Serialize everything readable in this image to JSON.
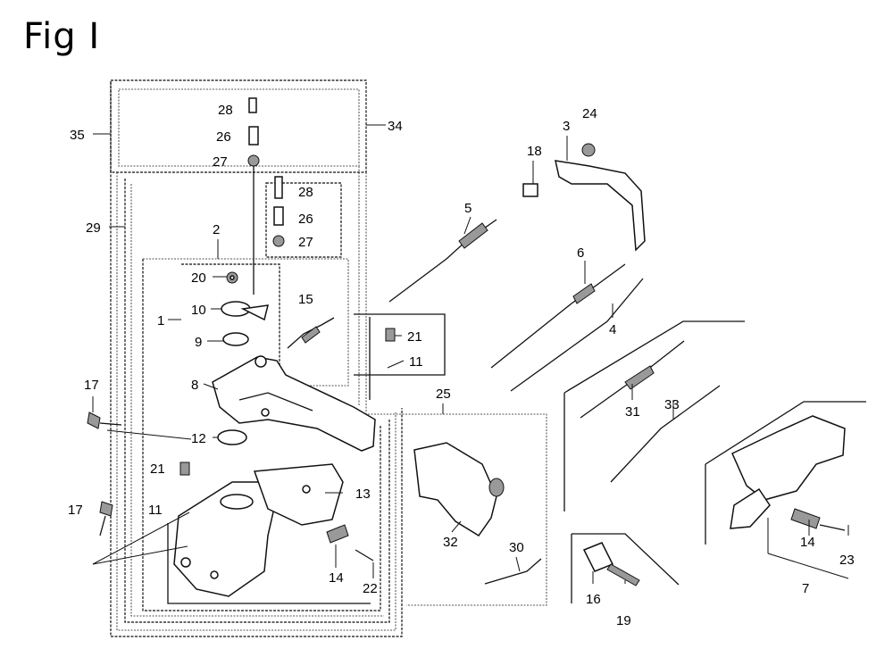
{
  "title": "Fig I",
  "callouts": [
    {
      "id": "c35",
      "text": "35"
    },
    {
      "id": "c34",
      "text": "34"
    },
    {
      "id": "c28a",
      "text": "28"
    },
    {
      "id": "c26a",
      "text": "26"
    },
    {
      "id": "c27a",
      "text": "27"
    },
    {
      "id": "c28b",
      "text": "28"
    },
    {
      "id": "c26b",
      "text": "26"
    },
    {
      "id": "c27b",
      "text": "27"
    },
    {
      "id": "c29",
      "text": "29"
    },
    {
      "id": "c2",
      "text": "2"
    },
    {
      "id": "c20",
      "text": "20"
    },
    {
      "id": "c1",
      "text": "1"
    },
    {
      "id": "c10",
      "text": "10"
    },
    {
      "id": "c15",
      "text": "15"
    },
    {
      "id": "c9",
      "text": "9"
    },
    {
      "id": "c21a",
      "text": "21"
    },
    {
      "id": "c11a",
      "text": "11"
    },
    {
      "id": "c8",
      "text": "8"
    },
    {
      "id": "c17a",
      "text": "17"
    },
    {
      "id": "c12",
      "text": "12"
    },
    {
      "id": "c21b",
      "text": "21"
    },
    {
      "id": "c13",
      "text": "13"
    },
    {
      "id": "c17b",
      "text": "17"
    },
    {
      "id": "c11b",
      "text": "11"
    },
    {
      "id": "c14a",
      "text": "14"
    },
    {
      "id": "c22",
      "text": "22"
    },
    {
      "id": "c25",
      "text": "25"
    },
    {
      "id": "c32",
      "text": "32"
    },
    {
      "id": "c30",
      "text": "30"
    },
    {
      "id": "c5",
      "text": "5"
    },
    {
      "id": "c18",
      "text": "18"
    },
    {
      "id": "c3",
      "text": "3"
    },
    {
      "id": "c24",
      "text": "24"
    },
    {
      "id": "c6",
      "text": "6"
    },
    {
      "id": "c4",
      "text": "4"
    },
    {
      "id": "c31",
      "text": "31"
    },
    {
      "id": "c33",
      "text": "33"
    },
    {
      "id": "c14b",
      "text": "14"
    },
    {
      "id": "c23",
      "text": "23"
    },
    {
      "id": "c7",
      "text": "7"
    },
    {
      "id": "c16",
      "text": "16"
    },
    {
      "id": "c19",
      "text": "19"
    }
  ]
}
